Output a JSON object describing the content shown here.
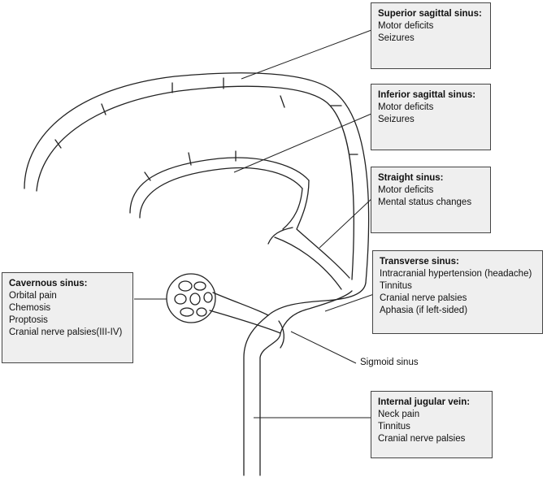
{
  "boxes": {
    "superior_sagittal": {
      "title": "Superior sagittal sinus:",
      "lines": [
        "Motor deficits",
        "Seizures"
      ]
    },
    "inferior_sagittal": {
      "title": "Inferior sagittal sinus:",
      "lines": [
        "Motor deficits",
        "Seizures"
      ]
    },
    "straight": {
      "title": "Straight sinus:",
      "lines": [
        "Motor deficits",
        "Mental status changes"
      ]
    },
    "transverse": {
      "title": "Transverse sinus:",
      "lines": [
        "Intracranial hypertension (headache)",
        "Tinnitus",
        "Cranial nerve palsies",
        "Aphasia (if left-sided)"
      ]
    },
    "cavernous": {
      "title": "Cavernous sinus:",
      "lines": [
        "Orbital pain",
        "Chemosis",
        "Proptosis",
        "Cranial nerve palsies(III-IV)"
      ]
    },
    "internal_jugular": {
      "title": "Internal jugular vein:",
      "lines": [
        "Neck pain",
        "Tinnitus",
        "Cranial nerve palsies"
      ]
    }
  },
  "labels": {
    "sigmoid": "Sigmoid sinus"
  },
  "colors": {
    "box_fill": "#efefef",
    "stroke": "#222222"
  }
}
